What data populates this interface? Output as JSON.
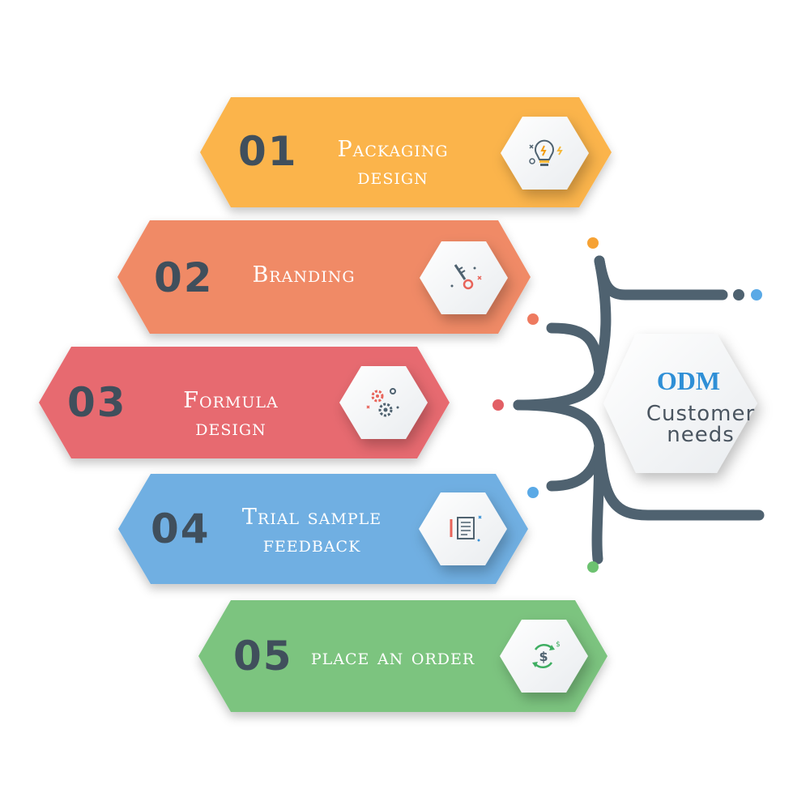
{
  "colors": {
    "step1": "#fbb44b",
    "step2": "#f08a66",
    "step3": "#e76a6f",
    "step4": "#6fafe2",
    "step5": "#7cc47f",
    "number": "#404f5c",
    "connector": "#4f6270",
    "hub_title": "#2f8fd6"
  },
  "steps": [
    {
      "number": "01",
      "label": "Packaging design",
      "icon": "lightbulb-icon"
    },
    {
      "number": "02",
      "label": "Branding",
      "icon": "key-icon"
    },
    {
      "number": "03",
      "label": "Formula design",
      "icon": "gears-icon"
    },
    {
      "number": "04",
      "label": "Trial sample feedback",
      "icon": "document-icon"
    },
    {
      "number": "05",
      "label": "place an order",
      "icon": "dollar-cycle-icon"
    }
  ],
  "hub": {
    "title": "ODM",
    "subtitle_line1": "Customer",
    "subtitle_line2": "needs"
  }
}
